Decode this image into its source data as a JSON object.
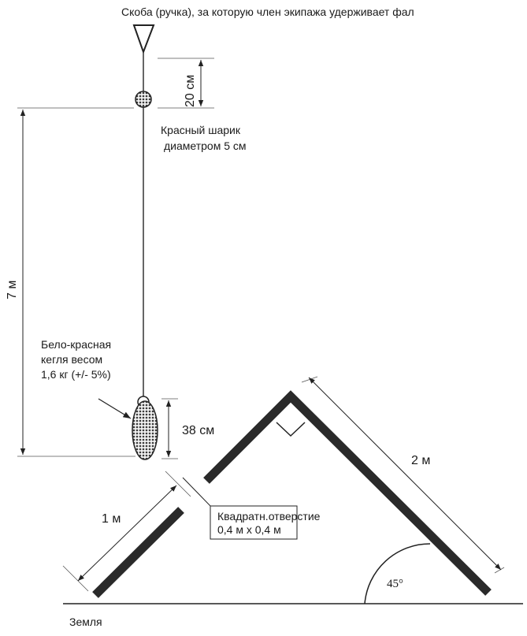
{
  "labels": {
    "handle": "Скоба (ручка), за которую член экипажа удерживает фал",
    "ball_line1": "Красный шарик",
    "ball_line2": "диаметром 5 см",
    "dim_20cm": "20 см",
    "dim_7m": "7 м",
    "weight_line1": "Бело-красная",
    "weight_line2": "кегля весом",
    "weight_line3": "1,6 кг (+/- 5%)",
    "dim_38cm": "38 см",
    "dim_1m": "1 м",
    "hole_line1": "Квадратн.отверстие",
    "hole_line2": "0,4 м х 0,4 м",
    "dim_2m": "2 м",
    "angle": "45°",
    "ground": "Земля"
  },
  "colors": {
    "ink": "#2a2a2a",
    "ball_fill": "#9a9a9a",
    "background": "#ffffff"
  }
}
